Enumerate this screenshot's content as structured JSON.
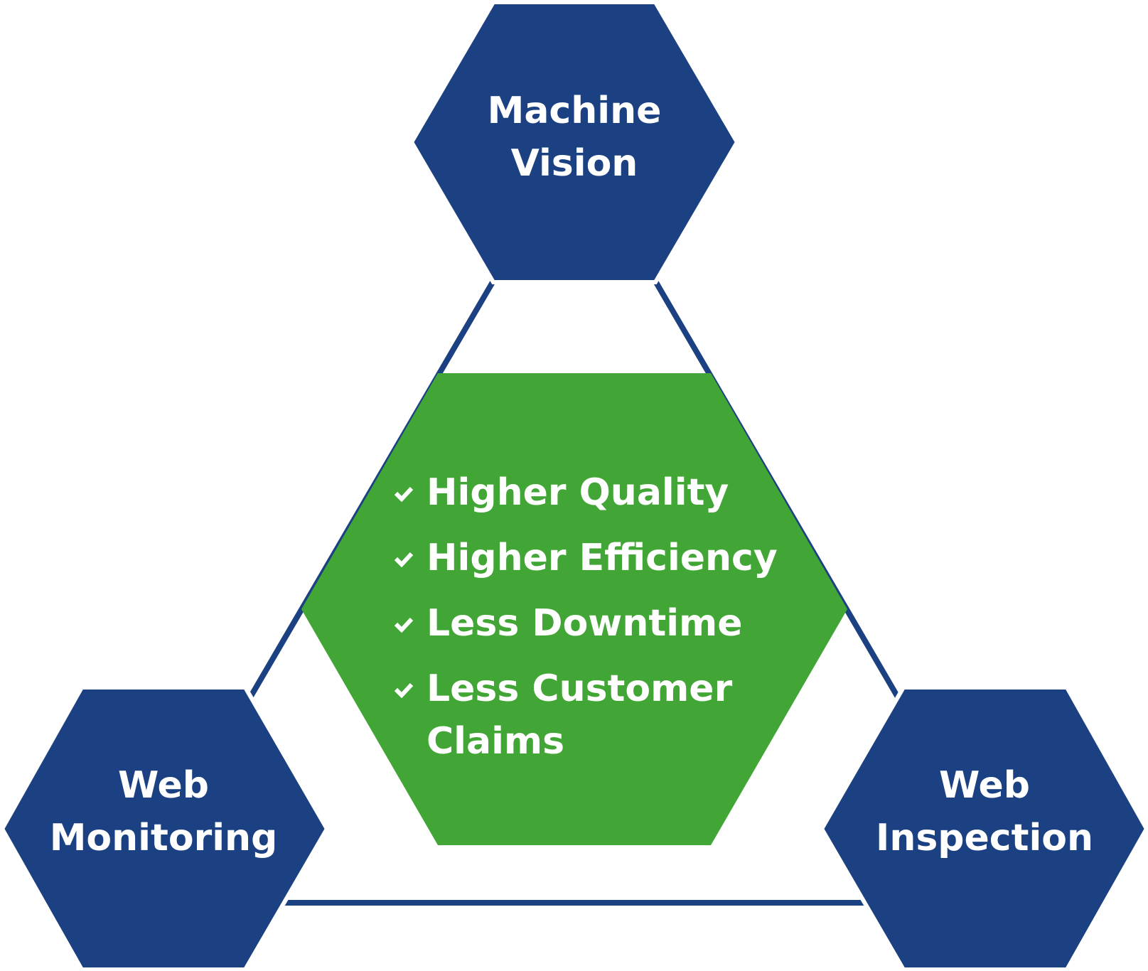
{
  "nodes": [
    {
      "id": "machine-vision",
      "lines": [
        "Machine",
        "Vision"
      ],
      "color": "#1b4182"
    },
    {
      "id": "web-monitoring",
      "lines": [
        "Web",
        "Monitoring"
      ],
      "color": "#1b4182"
    },
    {
      "id": "web-inspection",
      "lines": [
        "Web",
        "Inspection"
      ],
      "color": "#1b4182"
    }
  ],
  "center": {
    "color": "#42a636",
    "benefits": [
      {
        "text": "Higher Quality",
        "icon": "check-icon"
      },
      {
        "text": "Higher Efficiency",
        "icon": "check-icon"
      },
      {
        "text": "Less Downtime",
        "icon": "check-icon"
      },
      {
        "text": "Less Customer Claims",
        "icon": "check-icon"
      }
    ]
  },
  "connector_color": "#1b4182"
}
